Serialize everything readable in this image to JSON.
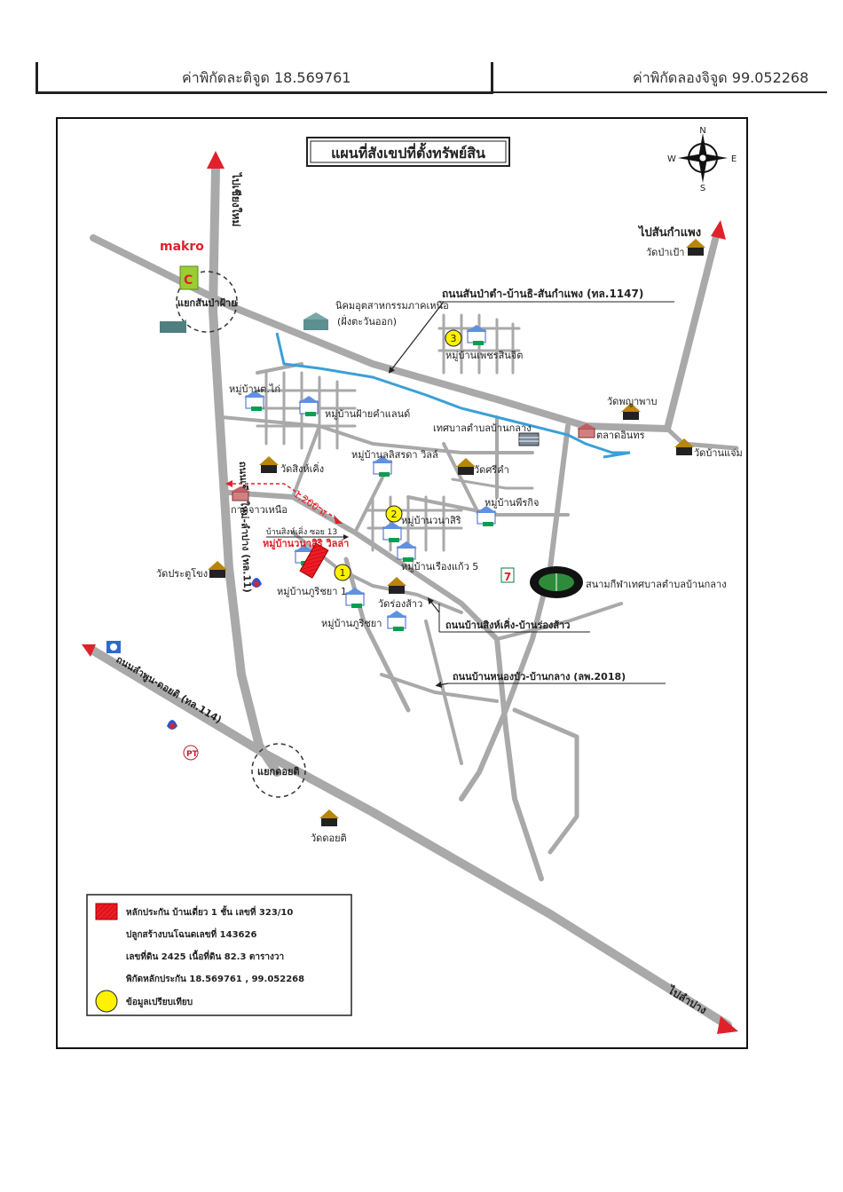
{
  "header": {
    "latitude_label": "ค่าพิกัดละติจูด 18.569761",
    "longitude_label": "ค่าพิกัดลองจิจูด 99.052268"
  },
  "map": {
    "title": "แผนที่สังเขปที่ตั้งทรัพย์สิน",
    "compass": {
      "n": "N",
      "s": "S",
      "e": "E",
      "w": "W"
    },
    "roads": {
      "to_chiang_mai": "ไปเชียงใหม่",
      "to_san_kamphaeng": "ไปสันกำแพง",
      "to_lampang": "ไปลำปาง",
      "road_1147": "ถนนสันป่าตำ-บ้านธิ-สันกำแพง (ทล.1147)",
      "road_11": "ถนนเชียงใหม่-ลำปาง (ทล.11)",
      "road_114": "ถนนลำพูน-ดอยติ (ทล.114)",
      "road_singkueng": "ถนนบ้านสิงห์เคิ่ง-บ้านร่องส้าว",
      "road_2018": "ถนนบ้านหนองบัว-บ้านกลาง (ลพ.2018)"
    },
    "places": {
      "makro": "makro",
      "junction_sanpatong": "แยกสันป่าฝ้าย",
      "junction_doiti": "แยกดอยติ",
      "industrial_estate": "นิคมอุตสาหกรรมภาคเหนือ",
      "industrial_estate_sub": "(ฝั่งตะวันออก)",
      "wat_pa_pao": "วัดป่าเป้า",
      "wat_phaya_phap": "วัดพญาพาบ",
      "wat_ban_chaem": "วัดบ้านแจ่ม",
      "talad_inthon": "ตลาดอินทร",
      "tessaban": "เทศบาลตำบลบ้านกลาง",
      "mooban_tor_kai": "หมู่บ้านต.ไก่",
      "mooban_fai_kham": "หมู่บ้านฝ้ายคำแลนด์",
      "mooban_phet_sin": "หมู่บ้านเพชรสินจิต",
      "mooban_lalisa": "หมู่บ้านลลิสรดา วิลล์",
      "wat_sing_kueng": "วัดสิงห์เคิ่ง",
      "wat_si_kham": "วัดศรีคำ",
      "kad_jao_nuea": "กาดจาวเหนือ",
      "distance": "1,200 ม.",
      "soi": "บ้านสิงห์เคิ่ง ซอย 13",
      "subject": "หมู่บ้านวนาสิริ วิลล่า",
      "mooban_wanasiri": "หมู่บ้านวนาสิริ",
      "mooban_phirakit": "หมู่บ้านพีรกิจ",
      "mooban_rueang_kaew": "หมู่บ้านเรืองแก้ว 5",
      "wat_pratu_khong": "วัดประตูโขง",
      "mooban_phurichaya1": "หมู่บ้านภูริชยา 1",
      "wat_rong_sao": "วัดร่องส้าว",
      "mooban_phurichaya": "หมู่บ้านภูริชยา",
      "stadium": "สนามกีฬาเทศบาลตำบลบ้านกลาง",
      "wat_doi_ti": "วัดดอยติ",
      "seven_eleven": "7"
    },
    "markers": [
      "1",
      "2",
      "3"
    ]
  },
  "legend": {
    "line1": "หลักประกัน  บ้านเดี่ยว 1 ชั้น เลขที่ 323/10",
    "line2": "ปลูกสร้างบนโฉนดเลขที่  143626",
    "line3": "เลขที่ดิน 2425  เนื้อที่ดิน 82.3 ตารางวา",
    "line4": "พิกัดหลักประกัน 18.569761 , 99.052268",
    "line5": "ข้อมูลเปรียบเทียบ"
  },
  "colors": {
    "road": "#a9a9a9",
    "river": "#3b9fd8",
    "arrow": "#e0212b",
    "subject": "#ee1c24",
    "marker": "#fff200"
  }
}
